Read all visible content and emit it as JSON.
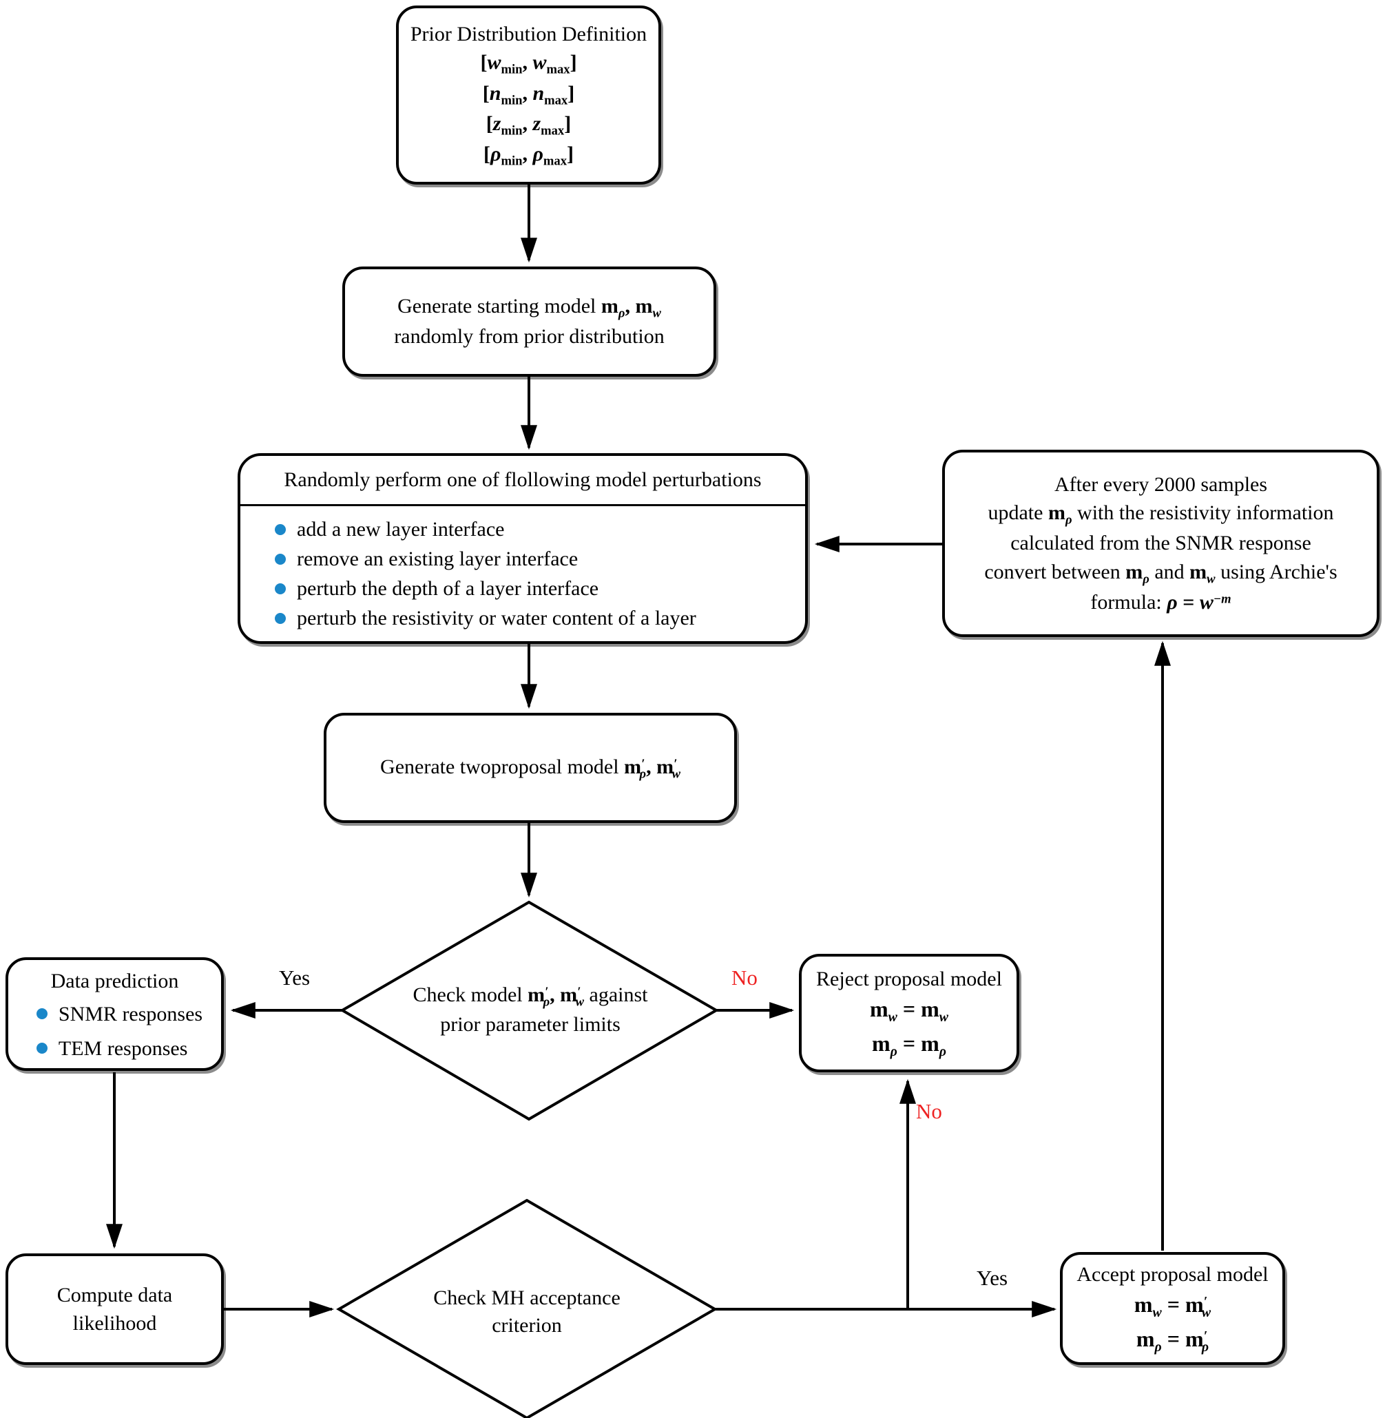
{
  "colors": {
    "bullet": "#1a87c9",
    "no_label": "#ee2222",
    "line": "#000000",
    "node_background": "#ffffff"
  },
  "boxes": {
    "prior": {
      "title": "Prior Distribution Definition",
      "lines": [
        [
          {
            "v": "[",
            "c": "b"
          },
          {
            "v": "w",
            "c": "bi"
          },
          {
            "v": "min",
            "c": "subr"
          },
          {
            "v": ", ",
            "c": "b"
          },
          {
            "v": "w",
            "c": "bi"
          },
          {
            "v": "max",
            "c": "subr"
          },
          {
            "v": "]",
            "c": "b"
          }
        ],
        [
          {
            "v": "[",
            "c": "b"
          },
          {
            "v": "n",
            "c": "bi"
          },
          {
            "v": "min",
            "c": "subr"
          },
          {
            "v": ", ",
            "c": "b"
          },
          {
            "v": "n",
            "c": "bi"
          },
          {
            "v": "max",
            "c": "subr"
          },
          {
            "v": "]",
            "c": "b"
          }
        ],
        [
          {
            "v": "[",
            "c": "b"
          },
          {
            "v": "z",
            "c": "bi"
          },
          {
            "v": "min",
            "c": "subr"
          },
          {
            "v": ", ",
            "c": "b"
          },
          {
            "v": "z",
            "c": "bi"
          },
          {
            "v": "max",
            "c": "subr"
          },
          {
            "v": "]",
            "c": "b"
          }
        ],
        [
          {
            "v": "[",
            "c": "b"
          },
          {
            "v": "ρ",
            "c": "bi"
          },
          {
            "v": "min",
            "c": "subr"
          },
          {
            "v": ", ",
            "c": "b"
          },
          {
            "v": "ρ",
            "c": "bi"
          },
          {
            "v": "max",
            "c": "subr"
          },
          {
            "v": "]",
            "c": "b"
          }
        ]
      ]
    },
    "start": {
      "line1": [
        {
          "v": "Generate starting model ",
          "c": "t"
        },
        {
          "v": "m",
          "c": "b"
        },
        {
          "v": "ρ",
          "c": "sub"
        },
        {
          "v": ", ",
          "c": "b"
        },
        {
          "v": "m",
          "c": "b"
        },
        {
          "v": "w",
          "c": "sub"
        }
      ],
      "line2": [
        {
          "v": "randomly from prior distribution",
          "c": "t"
        }
      ]
    },
    "perturb": {
      "header": "Randomly perform one of flollowing model perturbations",
      "items": [
        "add a new layer interface",
        "remove an existing layer interface",
        "perturb the depth of a layer interface",
        "perturb the resistivity or water content of a layer"
      ]
    },
    "update": {
      "lines": [
        [
          {
            "v": "After every 2000 samples",
            "c": "t"
          }
        ],
        [
          {
            "v": "update ",
            "c": "t"
          },
          {
            "v": "m",
            "c": "b"
          },
          {
            "v": "ρ",
            "c": "sub"
          },
          {
            "v": " with the resistivity information",
            "c": "t"
          }
        ],
        [
          {
            "v": "calculated from the SNMR response",
            "c": "t"
          }
        ],
        [
          {
            "v": "convert between ",
            "c": "t"
          },
          {
            "v": "m",
            "c": "b"
          },
          {
            "v": "ρ",
            "c": "sub"
          },
          {
            "v": " and ",
            "c": "t"
          },
          {
            "v": "m",
            "c": "b"
          },
          {
            "v": "w",
            "c": "sub"
          },
          {
            "v": " using Archie's",
            "c": "t"
          }
        ],
        [
          {
            "v": "formula: ",
            "c": "t"
          },
          {
            "v": "ρ",
            "c": "bi"
          },
          {
            "v": " = ",
            "c": "b"
          },
          {
            "v": "w",
            "c": "bi"
          },
          {
            "v": "−m",
            "c": "sup"
          }
        ]
      ]
    },
    "proposal": {
      "line1": [
        {
          "v": "Generate twoproposal model ",
          "c": "t"
        },
        {
          "v": "m",
          "c": "b"
        },
        {
          "v": "′",
          "c": "supp"
        },
        {
          "v": "ρ",
          "c": "sub"
        },
        {
          "v": ", ",
          "c": "b"
        },
        {
          "v": "m",
          "c": "b"
        },
        {
          "v": "′",
          "c": "supp"
        },
        {
          "v": "w",
          "c": "sub"
        }
      ]
    },
    "data_prediction": {
      "title": "Data prediction",
      "items": [
        "SNMR responses",
        "TEM responses"
      ]
    },
    "reject": {
      "title": "Reject proposal model",
      "eq1": [
        {
          "v": "m",
          "c": "b"
        },
        {
          "v": "w",
          "c": "sub"
        },
        {
          "v": " = ",
          "c": "b"
        },
        {
          "v": "m",
          "c": "b"
        },
        {
          "v": "w",
          "c": "sub"
        }
      ],
      "eq2": [
        {
          "v": "m",
          "c": "b"
        },
        {
          "v": "ρ",
          "c": "sub"
        },
        {
          "v": " = ",
          "c": "b"
        },
        {
          "v": "m",
          "c": "b"
        },
        {
          "v": "ρ",
          "c": "sub"
        }
      ]
    },
    "compute": {
      "line1": "Compute data",
      "line2": "likelihood"
    },
    "accept": {
      "title": "Accept proposal model",
      "eq1": [
        {
          "v": "m",
          "c": "b"
        },
        {
          "v": "w",
          "c": "sub"
        },
        {
          "v": " = ",
          "c": "b"
        },
        {
          "v": "m",
          "c": "b"
        },
        {
          "v": "′",
          "c": "supp"
        },
        {
          "v": "w",
          "c": "sub"
        }
      ],
      "eq2": [
        {
          "v": "m",
          "c": "b"
        },
        {
          "v": "ρ",
          "c": "sub"
        },
        {
          "v": " = ",
          "c": "b"
        },
        {
          "v": "m",
          "c": "b"
        },
        {
          "v": "′",
          "c": "supp"
        },
        {
          "v": "ρ",
          "c": "sub"
        }
      ]
    }
  },
  "diamonds": {
    "prior_check": {
      "line1": [
        {
          "v": "Check model ",
          "c": "t"
        },
        {
          "v": "m",
          "c": "b"
        },
        {
          "v": "′",
          "c": "supp"
        },
        {
          "v": "ρ",
          "c": "sub"
        },
        {
          "v": ", ",
          "c": "b"
        },
        {
          "v": "m",
          "c": "b"
        },
        {
          "v": "′",
          "c": "supp"
        },
        {
          "v": "w",
          "c": "sub"
        },
        {
          "v": " against",
          "c": "t"
        }
      ],
      "line2": "prior parameter limits"
    },
    "mh_check": {
      "line1": "Check MH acceptance",
      "line2": "criterion"
    }
  },
  "labels": {
    "prior_check_yes": "Yes",
    "prior_check_no": "No",
    "mh_check_no": "No",
    "mh_check_yes": "Yes"
  }
}
